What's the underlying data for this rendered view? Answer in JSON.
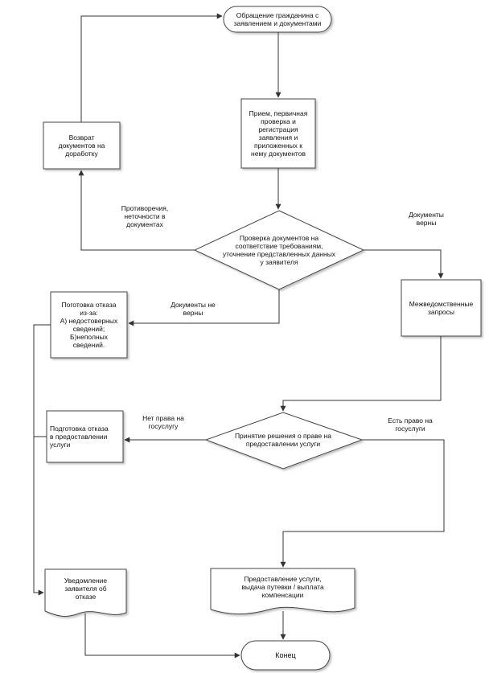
{
  "nodes": {
    "start": "Обращение гражданина с\nзаявлением и документами",
    "reception": "Прием, первичная\nпроверка и\nрегистрация\nзаявления и\nприложенных к\nнему документов",
    "return_docs": "Возврат\nдокументов на\nдоработку",
    "check": "Проверка документов на\nсоответствие требованиям,\nуточнение представленных данных\nу заявителя",
    "interagency": "Межведомственные\nзапросы",
    "refusal_prep": "Поготовка отказа\nиз-за:\nА) недостоверных\nсведений;\nБ)неполных\nсведений.",
    "decision": "Принятие решения о праве на\nпредоставлении услуги",
    "refusal_service": "Подготовка отказа\nв предоставлении\nуслуги",
    "notify": "Уведомление\nзаявителя об\nотказе",
    "provide": "Предоставление услуги,\nвыдача путевки / выплата\nкомпенсации",
    "end": "Конец"
  },
  "edge_labels": {
    "contradictions": "Противоречия,\nнеточности в\nдокументах",
    "docs_ok": "Документы\nверны",
    "docs_not_ok": "Документы не\nверны",
    "no_right": "Нет права на\nгосуслугу",
    "has_right": "Есть право на\nгосуслуги"
  }
}
